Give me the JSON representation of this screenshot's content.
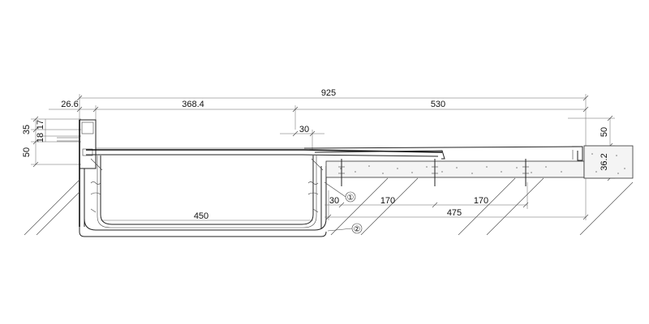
{
  "dimensions": {
    "overall_width": "925",
    "edge_offset": "26.6",
    "channel_span": "368.4",
    "cover_span": "530",
    "lip_offset": "30",
    "bottom_offset": "30",
    "anchor_spacing_1": "170",
    "anchor_spacing_2": "170",
    "anchor_span": "475",
    "channel_inner_width": "450",
    "left_top_height": "35",
    "left_small_1": "17",
    "left_small_2": "18",
    "left_frame_height": "50",
    "right_cover_height": "50",
    "right_concrete_height": "36.2"
  },
  "callouts": {
    "callout_1": "①",
    "callout_2": "②"
  },
  "colors": {
    "line": "#222222",
    "concrete_fill": "#f4f4f4"
  }
}
